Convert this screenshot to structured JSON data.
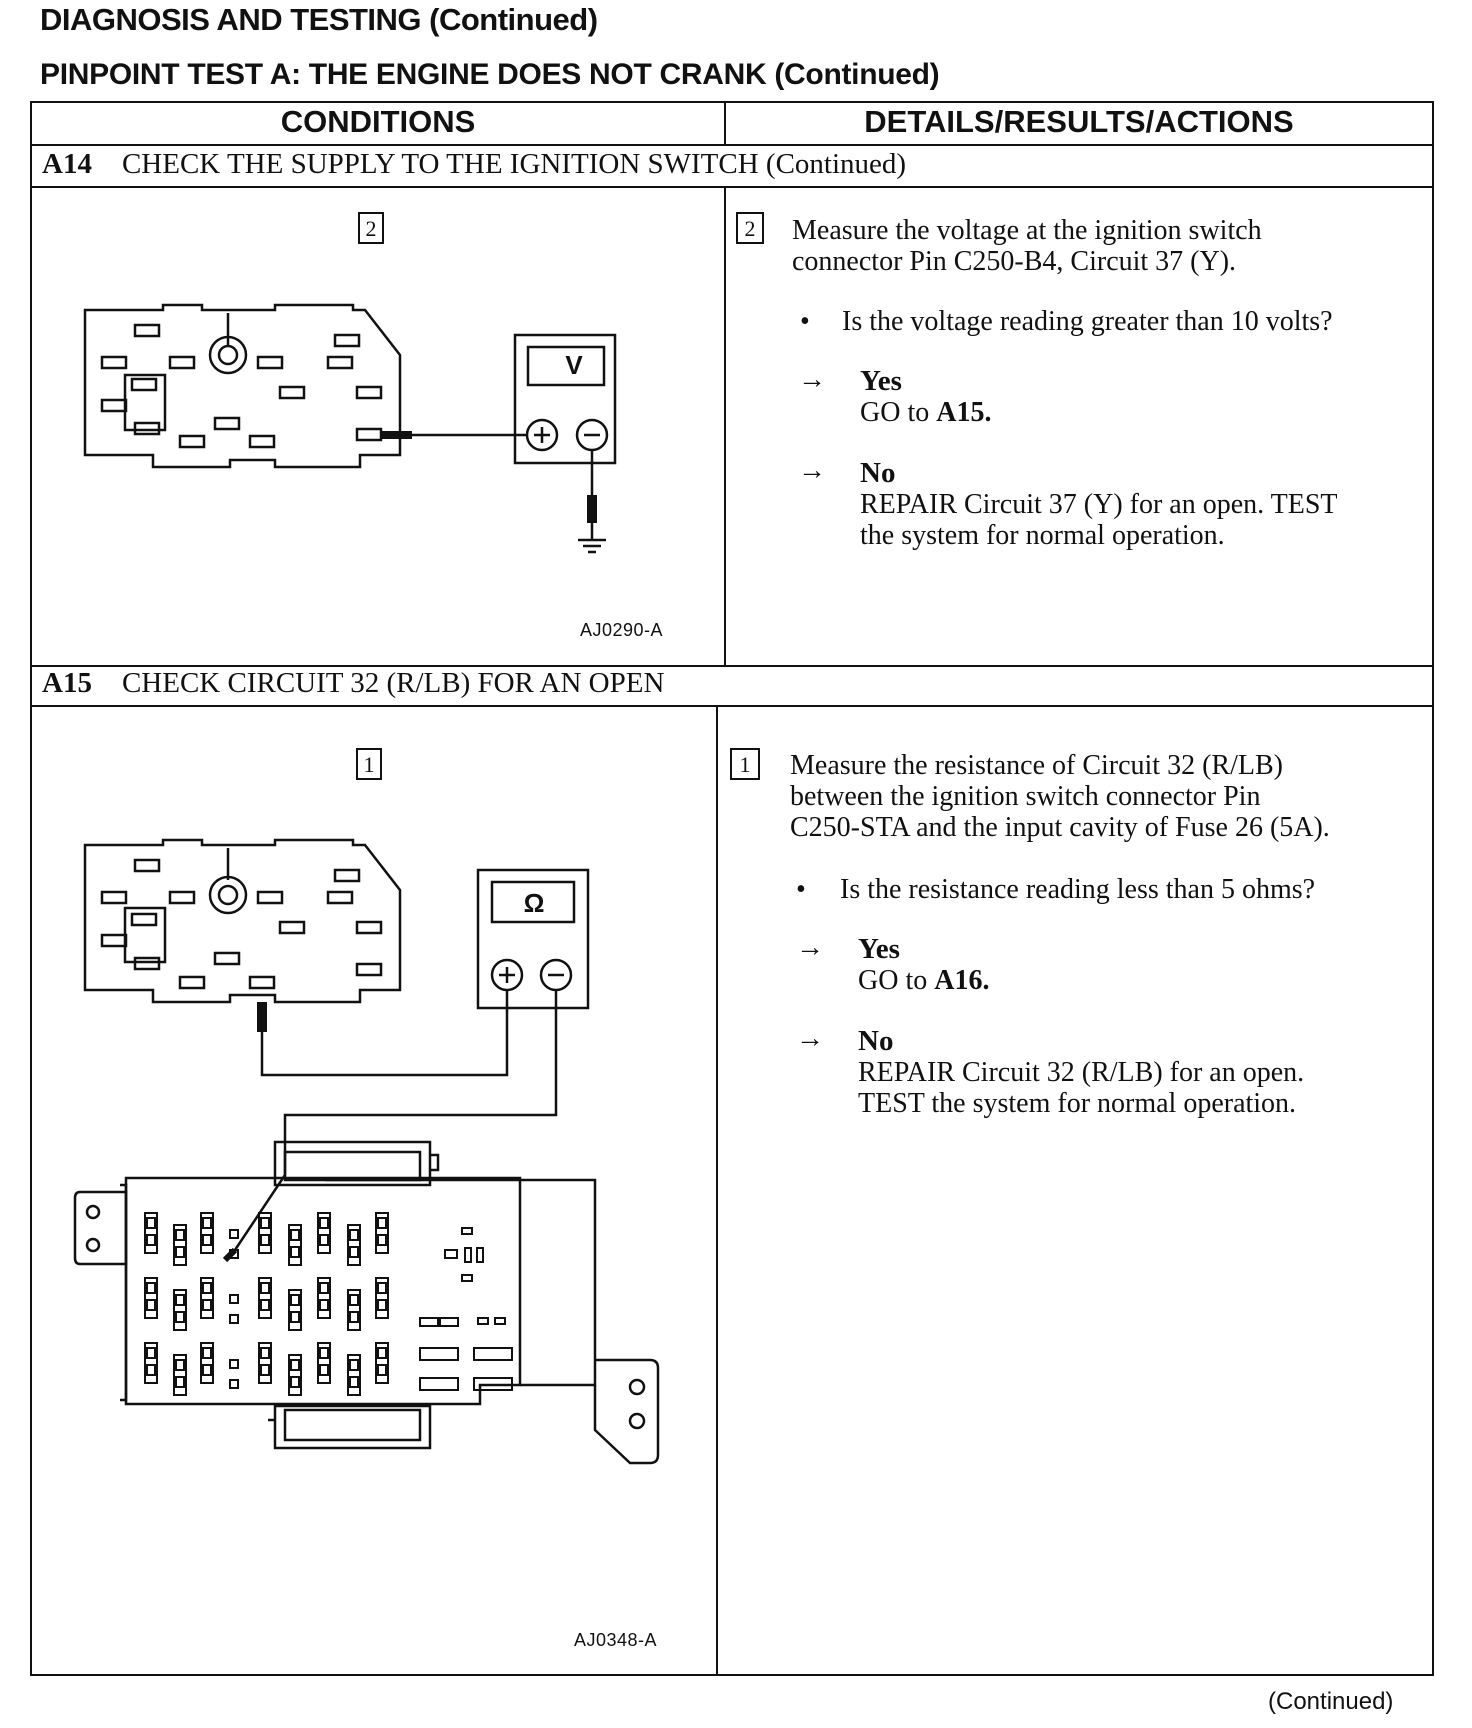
{
  "header": {
    "title": "DIAGNOSIS AND TESTING (Continued)",
    "subtitle": "PINPOINT TEST A: THE ENGINE DOES NOT CRANK (Continued)"
  },
  "columns": {
    "left": "CONDITIONS",
    "right": "DETAILS/RESULTS/ACTIONS"
  },
  "sections": [
    {
      "id": "A14",
      "title": "CHECK THE SUPPLY TO THE IGNITION SWITCH (Continued)",
      "figure": {
        "step_label": "2",
        "meter_symbol": "V",
        "figure_id": "AJ0290-A"
      },
      "step": {
        "number": "2",
        "text_line1": "Measure the voltage at the ignition switch",
        "text_line2": "connector Pin C250-B4, Circuit 37 (Y).",
        "question": "Is the voltage reading greater than 10 volts?",
        "yes_label": "Yes",
        "yes_action_prefix": "GO to ",
        "yes_action_target": "A15.",
        "no_label": "No",
        "no_action_line1": "REPAIR Circuit 37 (Y) for an open. TEST",
        "no_action_line2": "the system for normal operation."
      }
    },
    {
      "id": "A15",
      "title": "CHECK CIRCUIT 32 (R/LB) FOR AN OPEN",
      "figure": {
        "step_label": "1",
        "meter_symbol": "Ω",
        "figure_id": "AJ0348-A"
      },
      "step": {
        "number": "1",
        "text_line1": "Measure the resistance of Circuit 32 (R/LB)",
        "text_line2": "between the ignition switch connector Pin",
        "text_line3": "C250-STA and the input cavity of Fuse 26 (5A).",
        "question": "Is the resistance reading less than 5 ohms?",
        "yes_label": "Yes",
        "yes_action_prefix": "GO to ",
        "yes_action_target": "A16.",
        "no_label": "No",
        "no_action_line1": "REPAIR Circuit 32 (R/LB) for an open.",
        "no_action_line2": "TEST the system for normal operation."
      }
    }
  ],
  "symbols": {
    "bullet": "•",
    "arrow": "→",
    "plus": "+",
    "minus": "−"
  },
  "footer": {
    "continued": "(Continued)"
  }
}
